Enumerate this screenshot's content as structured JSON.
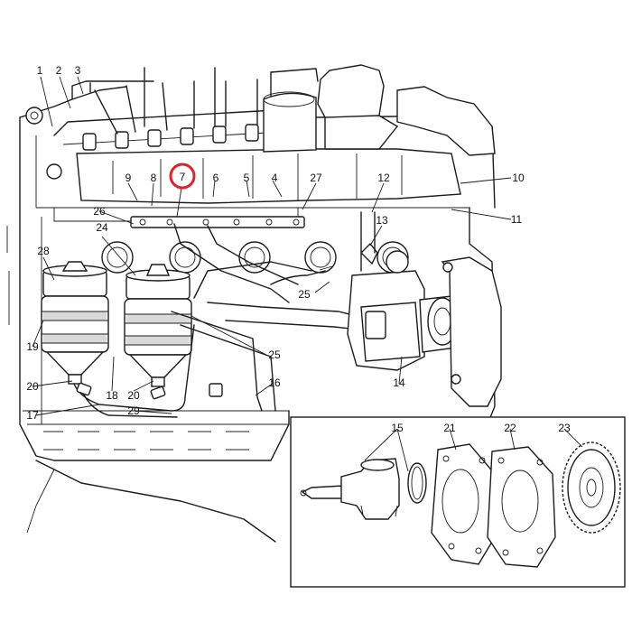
{
  "callouts": {
    "c1": "1",
    "c2": "2",
    "c3": "3",
    "c4": "4",
    "c5": "5",
    "c6": "6",
    "c7": "7",
    "c8": "8",
    "c9": "9",
    "c10": "10",
    "c11": "11",
    "c12": "12",
    "c13": "13",
    "c14": "14",
    "c15": "15",
    "c16": "16",
    "c17": "17",
    "c18": "18",
    "c19": "19",
    "c20a": "20",
    "c20b": "20",
    "c21": "21",
    "c22": "22",
    "c23": "23",
    "c24": "24",
    "c25a": "25",
    "c25b": "25",
    "c26": "26",
    "c27": "27",
    "c28": "28",
    "c29": "29"
  },
  "highlight": {
    "callout": "7",
    "color": "#e0212b"
  }
}
